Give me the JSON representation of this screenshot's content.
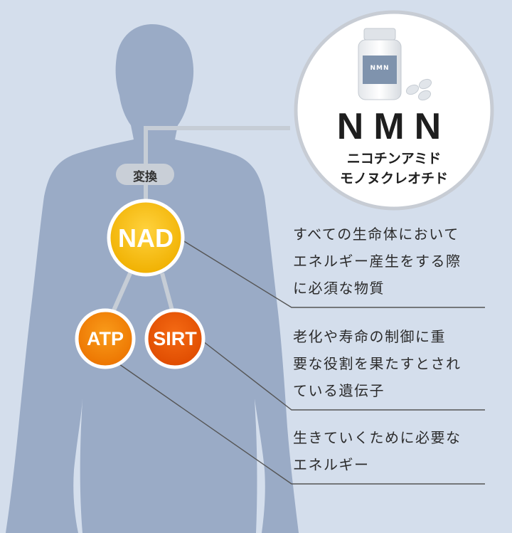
{
  "product": {
    "title": "NMN",
    "subtitle_line1": "ニコチンアミド",
    "subtitle_line2": "モノヌクレオチド",
    "bottle_label": "NMN"
  },
  "flow": {
    "convert_label": "変換"
  },
  "nodes": {
    "nad": "NAD",
    "atp": "ATP",
    "sirt": "SIRT"
  },
  "descriptions": {
    "nad": [
      "すべての生命体において",
      "エネルギー産生をする際",
      "に必須な物質"
    ],
    "sirt": [
      "老化や寿命の制御に重",
      "要な役割を果たすとされ",
      "ている遺伝子"
    ],
    "atp": [
      "生きていくために必要な",
      "エネルギー"
    ]
  },
  "colors": {
    "background": "#d4deec",
    "silhouette": "#9aabc6",
    "nad": "#f2b600",
    "atp": "#ee7b00",
    "sirt": "#e45200",
    "connector": "#c6cdd6",
    "leader_line": "#555555"
  }
}
